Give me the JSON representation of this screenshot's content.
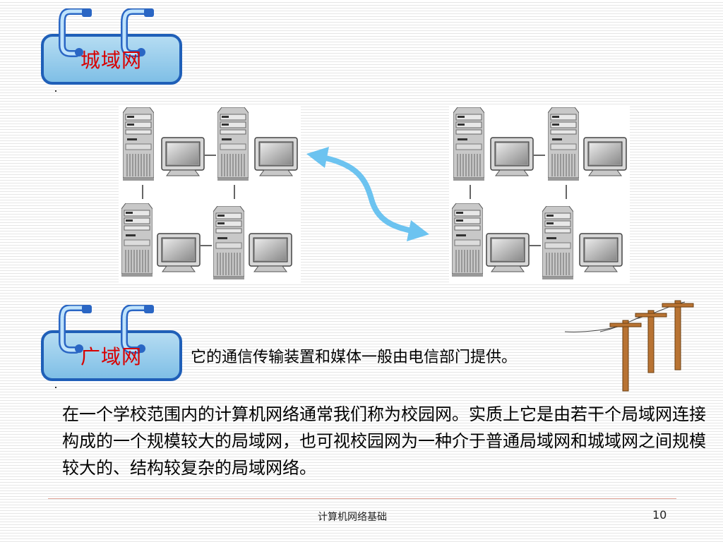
{
  "badges": {
    "metro_label": "城域网",
    "wan_label": "广域网"
  },
  "caption": "它的通信传输装置和媒体一般由电信部门提供。",
  "paragraph": "在一个学校范围内的计算机网络通常我们称为校园网。实质上它是由若干个局域网连接构成的一个规模较大的局域网，也可视校园网为一种介于普通局域网和城域网之间规模较大的、结构较复杂的局域网络。",
  "footer": {
    "title": "计算机网络基础",
    "page_number": "10"
  },
  "colors": {
    "badge_fill": "#9fd0ee",
    "badge_border": "#1f5fb8",
    "label_red": "#d80000",
    "arrow_blue": "#6cc3f0",
    "pole_brown": "#b87333"
  },
  "icons": {
    "server": "server-tower-icon",
    "monitor": "crt-monitor-icon",
    "arrow": "double-headed-arrow-icon",
    "poles": "telephone-pole-icon",
    "hook": "phone-hook-icon"
  }
}
